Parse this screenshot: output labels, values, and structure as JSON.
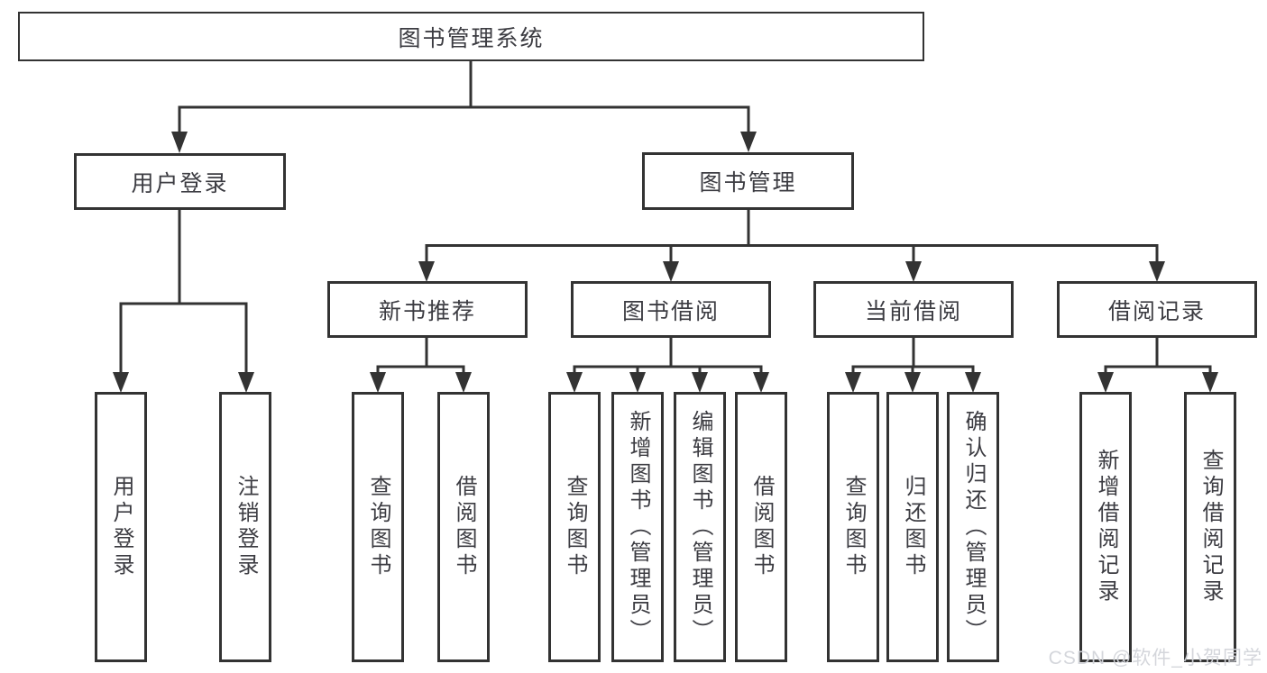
{
  "diagram": {
    "root": {
      "label": "图书管理系统"
    },
    "branches": [
      {
        "label": "用户登录",
        "children": [
          {
            "label": "用户登录"
          },
          {
            "label": "注销登录"
          }
        ]
      },
      {
        "label": "图书管理",
        "children": [
          {
            "label": "新书推荐",
            "children": [
              {
                "label": "查询图书"
              },
              {
                "label": "借阅图书"
              }
            ]
          },
          {
            "label": "图书借阅",
            "children": [
              {
                "label": "查询图书"
              },
              {
                "label": "新增图书（管理员）"
              },
              {
                "label": "编辑图书（管理员）"
              },
              {
                "label": "借阅图书"
              }
            ]
          },
          {
            "label": "当前借阅",
            "children": [
              {
                "label": "查询图书"
              },
              {
                "label": "归还图书"
              },
              {
                "label": "确认归还（管理员）"
              }
            ]
          },
          {
            "label": "借阅记录",
            "children": [
              {
                "label": "新增借阅记录"
              },
              {
                "label": "查询借阅记录"
              }
            ]
          }
        ]
      }
    ]
  },
  "watermark": {
    "text": "CSDN @软件_小贺同学"
  },
  "colors": {
    "line": "#333333",
    "box_border": "#333333",
    "text": "#3c3c42",
    "watermark": "#d2d4da",
    "background": "#ffffff"
  }
}
